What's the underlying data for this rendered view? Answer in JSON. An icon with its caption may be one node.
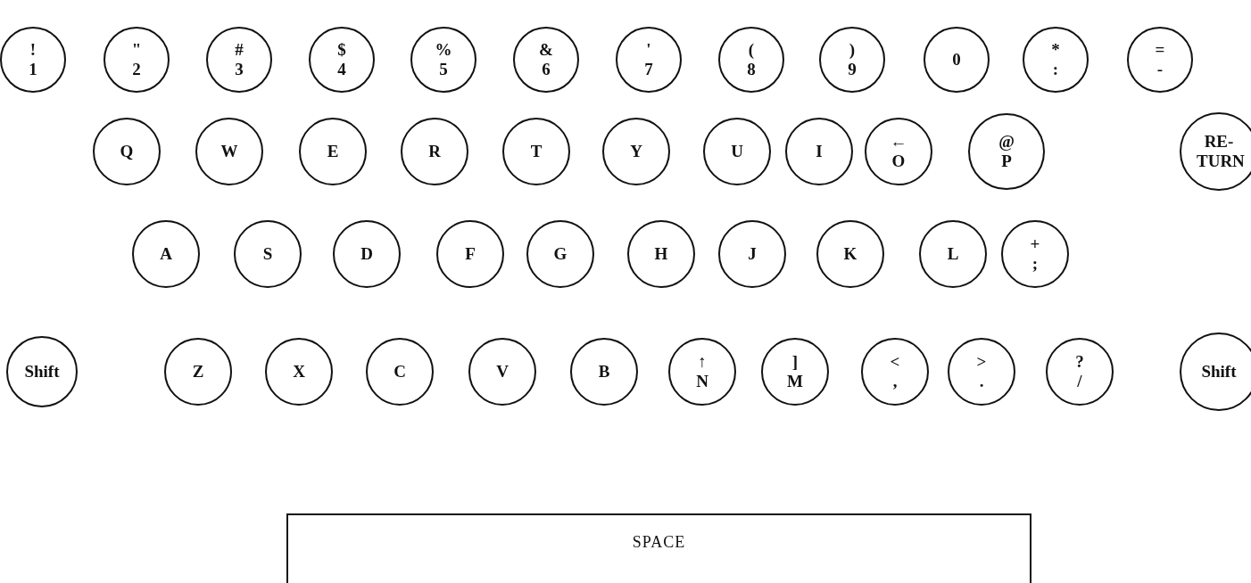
{
  "diagram": {
    "nodes": [
      {
        "text": [
          "!",
          "1"
        ]
      },
      {
        "text": [
          "\"",
          "2"
        ]
      },
      {
        "text": [
          "#",
          "3"
        ]
      },
      {
        "text": [
          "$",
          "4"
        ]
      },
      {
        "text": [
          "%",
          "5"
        ]
      },
      {
        "text": [
          "&",
          "6"
        ]
      },
      {
        "text": [
          "'",
          "7"
        ]
      },
      {
        "text": [
          "(",
          "8"
        ]
      },
      {
        "text": [
          ")",
          "9"
        ]
      },
      {
        "text": [
          "0"
        ]
      },
      {
        "text": [
          "*",
          ":"
        ]
      },
      {
        "text": [
          "=",
          "-"
        ]
      },
      {
        "text": [
          "Q"
        ]
      },
      {
        "text": [
          "W"
        ]
      },
      {
        "text": [
          "E"
        ]
      },
      {
        "text": [
          "R"
        ]
      },
      {
        "text": [
          "T"
        ]
      },
      {
        "text": [
          "Y"
        ]
      },
      {
        "text": [
          "U"
        ]
      },
      {
        "text": [
          "I"
        ]
      },
      {
        "text": [
          "←",
          "O"
        ]
      },
      {
        "text": [
          "@",
          "P"
        ]
      },
      {
        "text": [
          "RE- TURN"
        ]
      },
      {
        "text": [
          "A"
        ]
      },
      {
        "text": [
          "S"
        ]
      },
      {
        "text": [
          "D"
        ]
      },
      {
        "text": [
          "F"
        ]
      },
      {
        "text": [
          "G"
        ]
      },
      {
        "text": [
          "H"
        ]
      },
      {
        "text": [
          "J"
        ]
      },
      {
        "text": [
          "K"
        ]
      },
      {
        "text": [
          "L"
        ]
      },
      {
        "text": [
          "+",
          ";"
        ]
      },
      {
        "text": [
          "Shift"
        ]
      },
      {
        "text": [
          "Z"
        ]
      },
      {
        "text": [
          "X"
        ]
      },
      {
        "text": [
          "C"
        ]
      },
      {
        "text": [
          "V"
        ]
      },
      {
        "text": [
          "B"
        ]
      },
      {
        "text": [
          "↑",
          "N"
        ]
      },
      {
        "text": [
          "]",
          "M"
        ]
      },
      {
        "text": [
          "<",
          ","
        ]
      },
      {
        "text": [
          ">",
          "."
        ]
      },
      {
        "text": [
          "?",
          "/"
        ]
      },
      {
        "text": [
          "Shift"
        ]
      },
      {
        "text": [
          "SPACE"
        ]
      }
    ]
  }
}
